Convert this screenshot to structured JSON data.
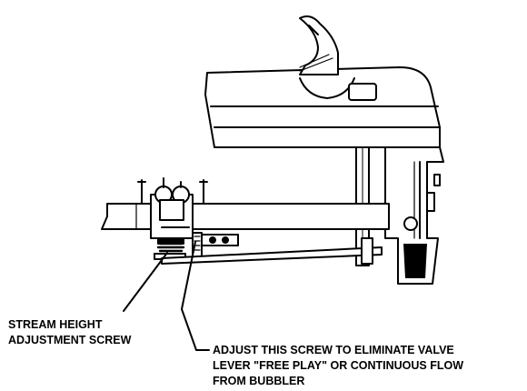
{
  "figure": {
    "colors": {
      "ink": "#000000",
      "paper": "#ffffff"
    },
    "callouts": {
      "stream_height": {
        "lines": [
          "STREAM HEIGHT",
          "ADJUSTMENT SCREW"
        ]
      },
      "valve_screw": {
        "lines": [
          "ADJUST THIS SCREW TO ELIMINATE VALVE",
          "LEVER \"FREE PLAY\" OR CONTINUOUS FLOW",
          "FROM BUBBLER"
        ]
      }
    }
  }
}
